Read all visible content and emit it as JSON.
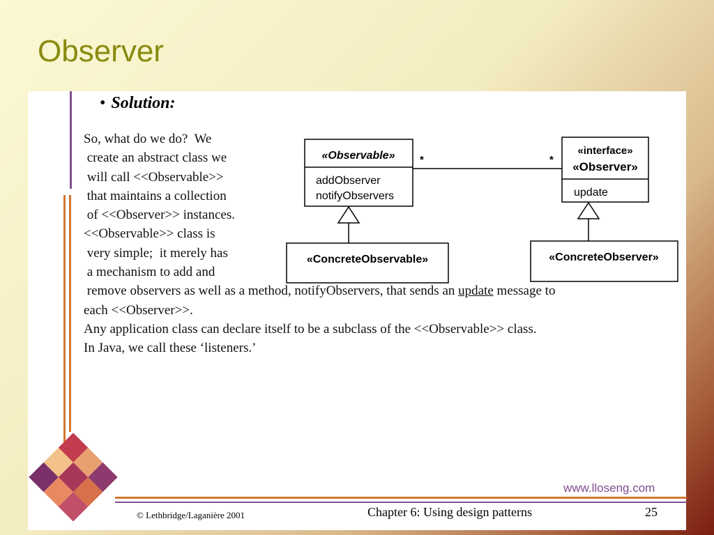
{
  "slide": {
    "title": "Observer",
    "bullet": "Solution:",
    "paragraphs": [
      "So, what do we do?  We",
      " create an abstract class we",
      " will call <<Observable>>",
      " that maintains a collection",
      " of <<Observer>> instances.",
      "",
      "<<Observable>> class is",
      " very simple;  it merely has",
      " a mechanism to add and",
      " remove observers as well as a method, notifyObservers, that sends an ",
      "each <<Observer>>.",
      "",
      "Any application class can declare itself to be a subclass of the <<Observable>> class.",
      "",
      "In Java, we call these ‘listeners.’"
    ],
    "line9_underlined": "update",
    "line9_tail": " message to"
  },
  "uml": {
    "observable_name": "«Observable»",
    "observable_methods": [
      "addObserver",
      "notifyObservers"
    ],
    "observer_stereotype": "«interface»",
    "observer_name": "«Observer»",
    "observer_methods": [
      "update"
    ],
    "multiplicity_left": "*",
    "multiplicity_right": "*",
    "concrete_observable": "«ConcreteObservable»",
    "concrete_observer": "«ConcreteObserver»"
  },
  "footer": {
    "copyright": "© Lethbridge/Laganière 2001",
    "chapter": "Chapter 6: Using design patterns",
    "page": "25",
    "website": "www.lloseng.com"
  }
}
